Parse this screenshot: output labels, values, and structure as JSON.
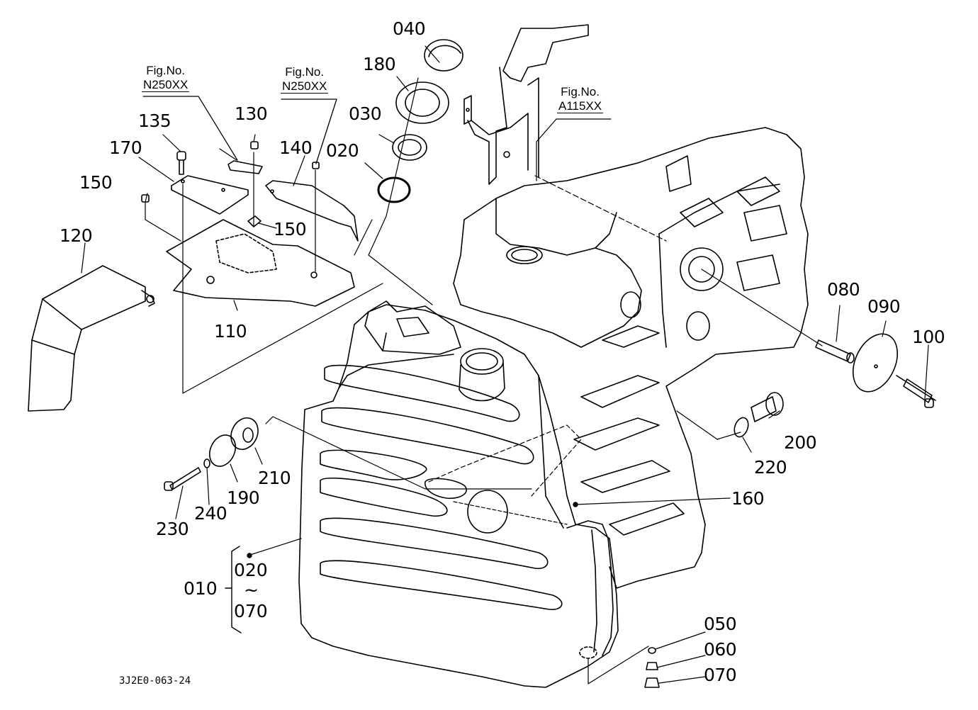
{
  "diagram": {
    "title_code": "3J2E0-063-24",
    "figure_refs": [
      {
        "prefix": "Fig.No.",
        "number": "N250XX"
      },
      {
        "prefix": "Fig.No.",
        "number": "N250XX"
      },
      {
        "prefix": "Fig.No.",
        "number": "A115XX"
      }
    ],
    "parts": {
      "p040": "040",
      "p180": "180",
      "p030": "030",
      "p020": "020",
      "p130": "130",
      "p135": "135",
      "p170": "170",
      "p140": "140",
      "p150a": "150",
      "p150b": "150",
      "p120": "120",
      "p110": "110",
      "p080": "080",
      "p090": "090",
      "p100": "100",
      "p200": "200",
      "p220": "220",
      "p160": "160",
      "p210": "210",
      "p190": "190",
      "p240": "240",
      "p230": "230",
      "p050": "050",
      "p060": "060",
      "p070": "070"
    },
    "assembly": {
      "parent": "010",
      "range_start": "020",
      "range_sep": "~",
      "range_end": "070"
    }
  }
}
